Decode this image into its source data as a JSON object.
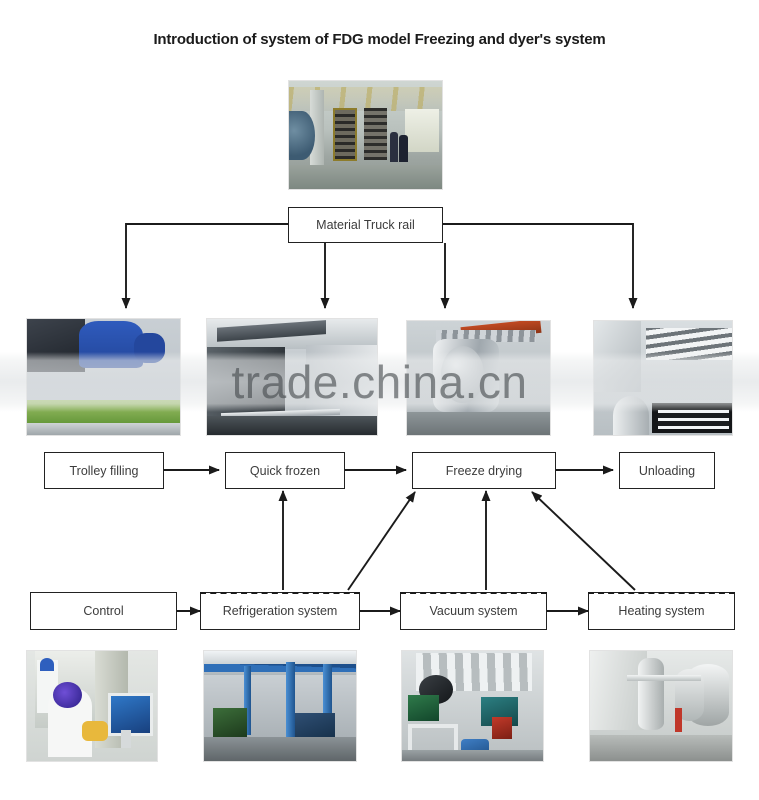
{
  "page": {
    "title": "Introduction of system of FDG model Freezing and dyer's system",
    "background_color": "#ffffff",
    "line_color": "#1b1b1b",
    "box_border_color": "#222222",
    "text_color": "#3c3c3c"
  },
  "watermark": {
    "text": "trade.china.cn"
  },
  "photos": {
    "hero": {
      "caption": "freeze-dryer-hall-photo"
    },
    "row2": [
      {
        "caption": "trolley-filling-photo"
      },
      {
        "caption": "quick-frozen-coldroom-photo"
      },
      {
        "caption": "freeze-drying-vessel-photo"
      },
      {
        "caption": "unloading-trays-photo"
      }
    ],
    "row4": [
      {
        "caption": "control-room-photo"
      },
      {
        "caption": "refrigeration-plant-photo"
      },
      {
        "caption": "vacuum-system-photo"
      },
      {
        "caption": "heating-system-photo"
      }
    ]
  },
  "nodes": {
    "source": {
      "label": "Material Truck rail"
    },
    "process_row": [
      {
        "label": "Trolley filling"
      },
      {
        "label": "Quick frozen"
      },
      {
        "label": "Freeze drying"
      },
      {
        "label": "Unloading"
      }
    ],
    "support_row": [
      {
        "label": "Control"
      },
      {
        "label": "Refrigeration system"
      },
      {
        "label": "Vacuum system"
      },
      {
        "label": "Heating system"
      }
    ]
  },
  "flows": [
    {
      "from": "Material Truck rail",
      "to": "trolley-filling-photo"
    },
    {
      "from": "Material Truck rail",
      "to": "quick-frozen-coldroom-photo"
    },
    {
      "from": "Material Truck rail",
      "to": "freeze-drying-vessel-photo"
    },
    {
      "from": "Material Truck rail",
      "to": "unloading-trays-photo"
    },
    {
      "from": "Trolley filling",
      "to": "Quick frozen"
    },
    {
      "from": "Quick frozen",
      "to": "Freeze drying"
    },
    {
      "from": "Freeze drying",
      "to": "Unloading"
    },
    {
      "from": "Control",
      "to": "Refrigeration system"
    },
    {
      "from": "Refrigeration system",
      "to": "Vacuum system"
    },
    {
      "from": "Vacuum system",
      "to": "Heating system"
    },
    {
      "from": "Refrigeration system",
      "to": "Quick frozen"
    },
    {
      "from": "Refrigeration system",
      "to": "Freeze drying"
    },
    {
      "from": "Vacuum system",
      "to": "Freeze drying"
    },
    {
      "from": "Heating system",
      "to": "Freeze drying"
    }
  ]
}
